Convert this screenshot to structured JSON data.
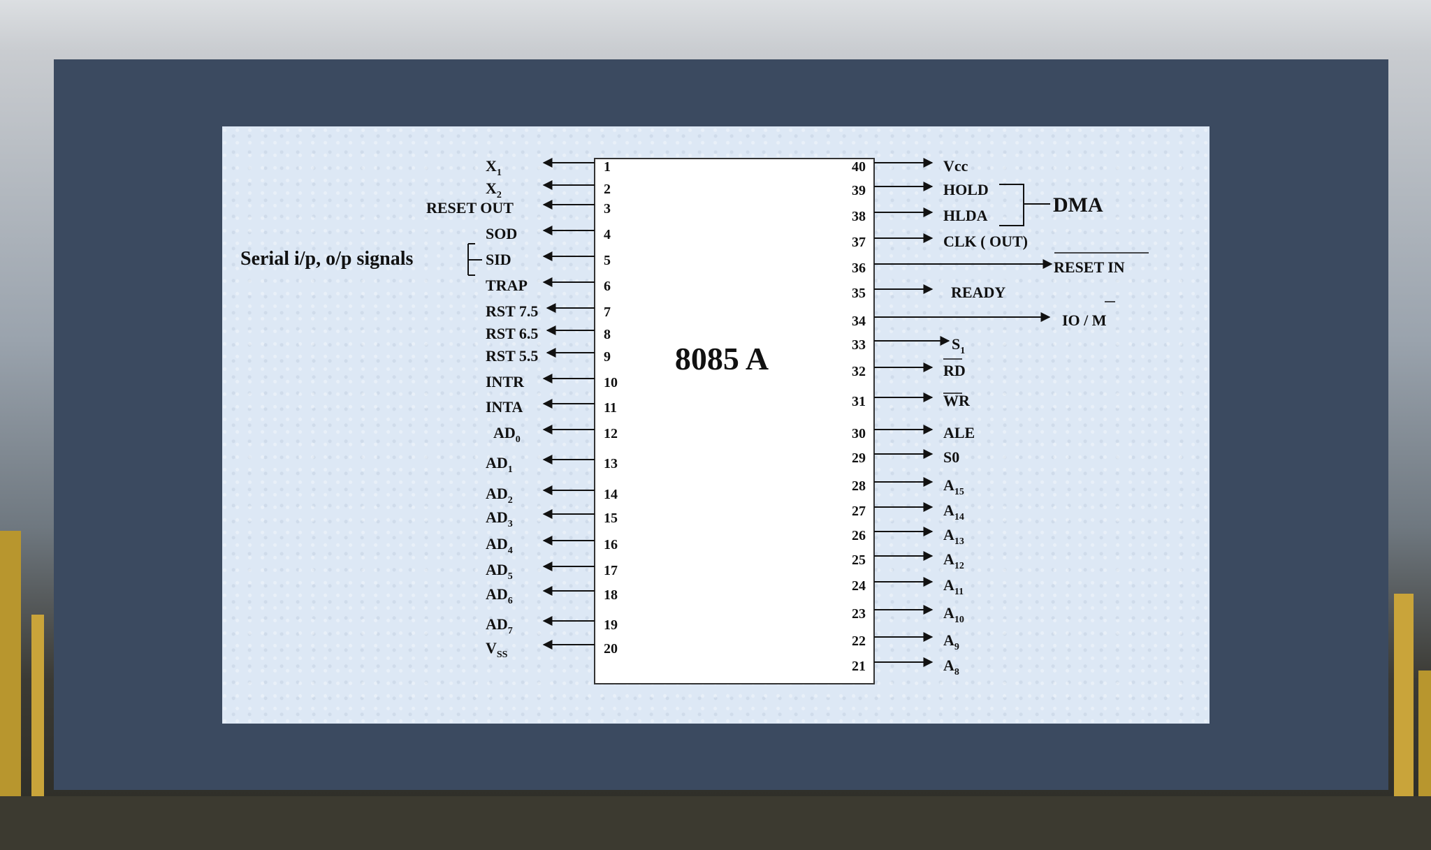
{
  "chip": {
    "title": "8085 A",
    "left_pins": [
      {
        "num": "1",
        "label": "X",
        "sub": "1"
      },
      {
        "num": "2",
        "label": "X",
        "sub": "2"
      },
      {
        "num": "3",
        "label": "RESET OUT",
        "sub": ""
      },
      {
        "num": "4",
        "label": "SOD",
        "sub": ""
      },
      {
        "num": "5",
        "label": "SID",
        "sub": ""
      },
      {
        "num": "6",
        "label": "TRAP",
        "sub": ""
      },
      {
        "num": "7",
        "label": "RST 7.5",
        "sub": ""
      },
      {
        "num": "8",
        "label": "RST 6.5",
        "sub": ""
      },
      {
        "num": "9",
        "label": "RST 5.5",
        "sub": ""
      },
      {
        "num": "10",
        "label": "INTR",
        "sub": ""
      },
      {
        "num": "11",
        "label": "INTA",
        "sub": ""
      },
      {
        "num": "12",
        "label": "AD",
        "sub": "0"
      },
      {
        "num": "13",
        "label": "AD",
        "sub": "1"
      },
      {
        "num": "14",
        "label": "AD",
        "sub": "2"
      },
      {
        "num": "15",
        "label": "AD",
        "sub": "3"
      },
      {
        "num": "16",
        "label": "AD",
        "sub": "4"
      },
      {
        "num": "17",
        "label": "AD",
        "sub": "5"
      },
      {
        "num": "18",
        "label": "AD",
        "sub": "6"
      },
      {
        "num": "19",
        "label": "AD",
        "sub": "7"
      },
      {
        "num": "20",
        "label": "V",
        "sub": "SS"
      }
    ],
    "right_pins": [
      {
        "num": "40",
        "label": "Vcc",
        "sub": ""
      },
      {
        "num": "39",
        "label": "HOLD",
        "sub": ""
      },
      {
        "num": "38",
        "label": "HLDA",
        "sub": ""
      },
      {
        "num": "37",
        "label": "CLK ( OUT)",
        "sub": ""
      },
      {
        "num": "36",
        "label": "RESET IN",
        "sub": ""
      },
      {
        "num": "35",
        "label": "READY",
        "sub": ""
      },
      {
        "num": "34",
        "label": "IO / M",
        "sub": ""
      },
      {
        "num": "33",
        "label": "S",
        "sub": "1"
      },
      {
        "num": "32",
        "label": "RD",
        "sub": ""
      },
      {
        "num": "31",
        "label": "WR",
        "sub": ""
      },
      {
        "num": "30",
        "label": "ALE",
        "sub": ""
      },
      {
        "num": "29",
        "label": "S0",
        "sub": ""
      },
      {
        "num": "28",
        "label": "A",
        "sub": "15"
      },
      {
        "num": "27",
        "label": "A",
        "sub": "14"
      },
      {
        "num": "26",
        "label": "A",
        "sub": "13"
      },
      {
        "num": "25",
        "label": "A",
        "sub": "12"
      },
      {
        "num": "24",
        "label": "A",
        "sub": "11"
      },
      {
        "num": "23",
        "label": "A",
        "sub": "10"
      },
      {
        "num": "22",
        "label": "A",
        "sub": "9"
      },
      {
        "num": "21",
        "label": "A",
        "sub": "8"
      }
    ],
    "group_serial": "Serial i/p, o/p signals",
    "group_dma": "DMA"
  },
  "colors": {
    "panel": "#3b4a60",
    "slide": "#dde8f5",
    "ink": "#111111"
  }
}
